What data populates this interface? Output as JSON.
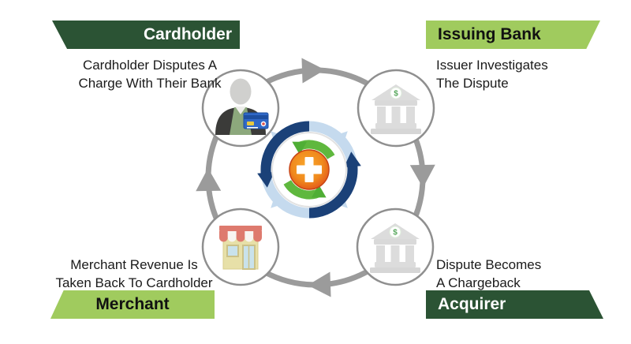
{
  "diagram": {
    "name": "chargeback-cycle",
    "direction_outer": "clockwise",
    "direction_center": "counterclockwise"
  },
  "nodes": {
    "cardholder": {
      "label": "Cardholder",
      "caption_line1": "Cardholder Disputes A",
      "caption_line2": "Charge With Their Bank",
      "icon": "person-with-credit-card-icon"
    },
    "issuing_bank": {
      "label": "Issuing Bank",
      "caption_line1": "Issuer Investigates",
      "caption_line2": "The Dispute",
      "icon": "bank-building-icon"
    },
    "acquirer": {
      "label": "Acquirer",
      "caption_line1": "Dispute Becomes",
      "caption_line2": "A Chargeback",
      "icon": "bank-building-icon"
    },
    "merchant": {
      "label": "Merchant",
      "caption_line1": "Merchant Revenue Is",
      "caption_line2": "Taken Back To Cardholder",
      "icon": "storefront-icon"
    }
  },
  "center_icon": {
    "name": "chargeback-recycle-cross-icon",
    "dollar_glyph": "$"
  },
  "colors": {
    "banner_dark_green": "#2B5334",
    "banner_light_green": "#A0CB5E",
    "outer_circle_gray": "#9B9B9B",
    "ring_navy": "#1B4178",
    "ring_light_blue": "#C5DAEE",
    "recycle_green": "#5FB83E",
    "cross_orange": "#EE6A1E",
    "bank_gray": "#DCDCDC",
    "awning_red": "#DE7A6E",
    "card_blue": "#3068C8"
  }
}
